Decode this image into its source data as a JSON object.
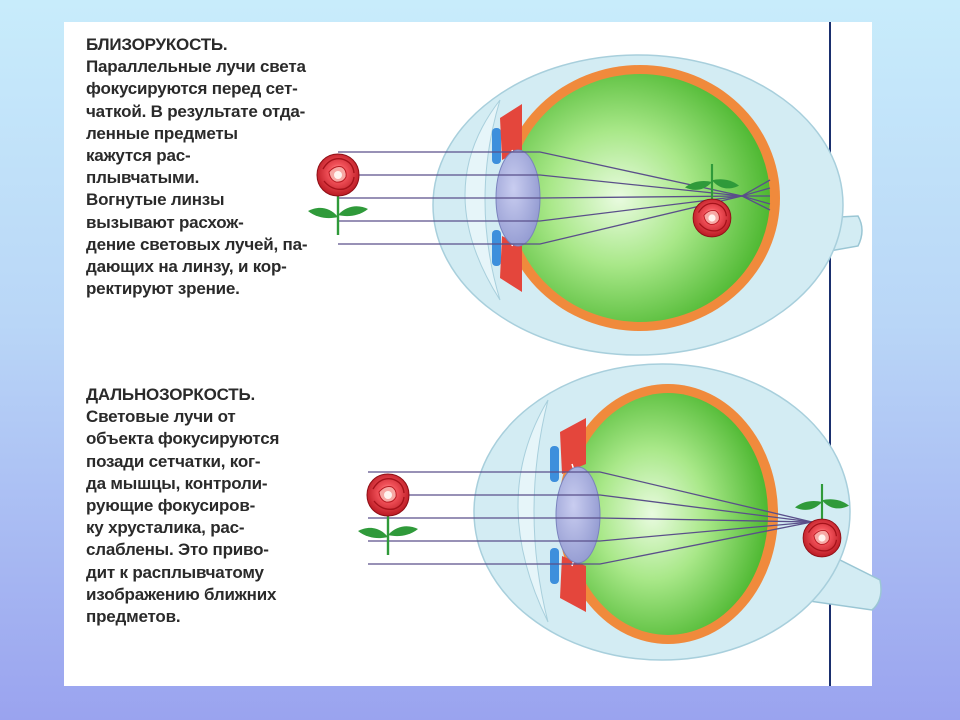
{
  "myopia": {
    "title": "БЛИЗОРУКОСТЬ.",
    "lines": [
      "Параллельные лучи света",
      "фокусируются перед сет-",
      "чаткой. В результате отда-",
      "ленные предметы",
      "кажутся рас-",
      "плывчатыми.",
      "Вогнутые линзы",
      "вызывают расхож-",
      "дение световых лучей, па-",
      "дающих на линзу, и кор-",
      "ректируют зрение."
    ]
  },
  "hyperopia": {
    "title": "ДАЛЬНОЗОРКОСТЬ.",
    "lines": [
      "Световые лучи от",
      "объекта фокусируются",
      "позади сетчатки, ког-",
      "да мышцы, контроли-",
      "рующие фокусиров-",
      "ку хрусталика, рас-",
      "слаблены. Это приво-",
      "дит к расплывчатому",
      "изображению ближних",
      "предметов."
    ]
  },
  "colors": {
    "background": "#b9d6f7",
    "panel": "#ffffff",
    "sclera": "#f08a3c",
    "vitreous": "#6fcf4a",
    "lens": "#a9b3e0",
    "outer_shell": "#d3ecf3",
    "iris": "#3d8fdc",
    "ray": "#5a4f8a",
    "rose": "#d9202a",
    "stem": "#2f9a3a",
    "divider": "#1a2f6e"
  }
}
